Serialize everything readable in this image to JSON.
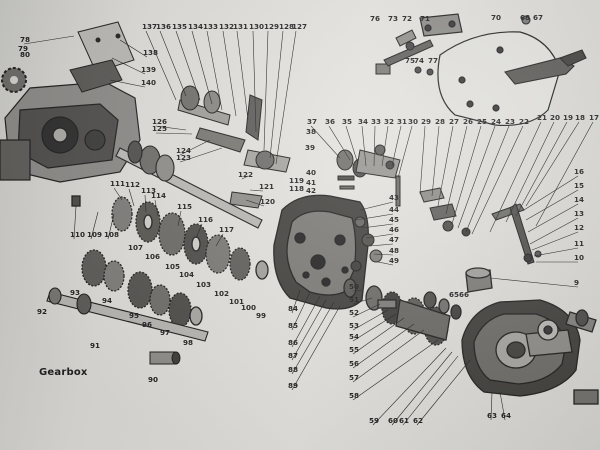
{
  "caption": "Gearbox",
  "part_labels": [
    {
      "text": "78"
    },
    {
      "text": "79"
    },
    {
      "text": "80"
    },
    {
      "text": "138"
    },
    {
      "text": "139"
    },
    {
      "text": "140"
    },
    {
      "text": "137"
    },
    {
      "text": "136"
    },
    {
      "text": "135"
    },
    {
      "text": "134"
    },
    {
      "text": "133"
    },
    {
      "text": "132"
    },
    {
      "text": "131"
    },
    {
      "text": "130"
    },
    {
      "text": "129"
    },
    {
      "text": "128"
    },
    {
      "text": "127"
    },
    {
      "text": "126"
    },
    {
      "text": "125"
    },
    {
      "text": "124"
    },
    {
      "text": "123"
    },
    {
      "text": "122"
    },
    {
      "text": "121"
    },
    {
      "text": "120"
    },
    {
      "text": "119"
    },
    {
      "text": "118"
    },
    {
      "text": "111"
    },
    {
      "text": "112"
    },
    {
      "text": "113"
    },
    {
      "text": "114"
    },
    {
      "text": "115"
    },
    {
      "text": "116"
    },
    {
      "text": "117"
    },
    {
      "text": "110"
    },
    {
      "text": "109"
    },
    {
      "text": "108"
    },
    {
      "text": "107"
    },
    {
      "text": "106"
    },
    {
      "text": "105"
    },
    {
      "text": "104"
    },
    {
      "text": "103"
    },
    {
      "text": "102"
    },
    {
      "text": "101"
    },
    {
      "text": "100"
    },
    {
      "text": "99"
    },
    {
      "text": "93"
    },
    {
      "text": "94"
    },
    {
      "text": "95"
    },
    {
      "text": "96"
    },
    {
      "text": "97"
    },
    {
      "text": "98"
    },
    {
      "text": "92"
    },
    {
      "text": "91"
    },
    {
      "text": "90"
    },
    {
      "text": "76"
    },
    {
      "text": "73"
    },
    {
      "text": "72"
    },
    {
      "text": "71"
    },
    {
      "text": "70"
    },
    {
      "text": "68"
    },
    {
      "text": "67"
    },
    {
      "text": "75"
    },
    {
      "text": "74"
    },
    {
      "text": "77"
    },
    {
      "text": "37"
    },
    {
      "text": "36"
    },
    {
      "text": "35"
    },
    {
      "text": "34"
    },
    {
      "text": "33"
    },
    {
      "text": "32"
    },
    {
      "text": "31"
    },
    {
      "text": "30"
    },
    {
      "text": "29"
    },
    {
      "text": "28"
    },
    {
      "text": "27"
    },
    {
      "text": "26"
    },
    {
      "text": "25"
    },
    {
      "text": "24"
    },
    {
      "text": "23"
    },
    {
      "text": "22"
    },
    {
      "text": "21"
    },
    {
      "text": "20"
    },
    {
      "text": "19"
    },
    {
      "text": "18"
    },
    {
      "text": "17"
    },
    {
      "text": "38"
    },
    {
      "text": "39"
    },
    {
      "text": "40"
    },
    {
      "text": "41"
    },
    {
      "text": "42"
    },
    {
      "text": "43"
    },
    {
      "text": "44"
    },
    {
      "text": "45"
    },
    {
      "text": "46"
    },
    {
      "text": "47"
    },
    {
      "text": "48"
    },
    {
      "text": "49"
    },
    {
      "text": "16"
    },
    {
      "text": "15"
    },
    {
      "text": "14"
    },
    {
      "text": "13"
    },
    {
      "text": "12"
    },
    {
      "text": "11"
    },
    {
      "text": "10"
    },
    {
      "text": "9"
    },
    {
      "text": "84"
    },
    {
      "text": "85"
    },
    {
      "text": "86"
    },
    {
      "text": "87"
    },
    {
      "text": "88"
    },
    {
      "text": "89"
    },
    {
      "text": "50"
    },
    {
      "text": "51"
    },
    {
      "text": "52"
    },
    {
      "text": "53"
    },
    {
      "text": "54"
    },
    {
      "text": "55"
    },
    {
      "text": "56"
    },
    {
      "text": "57"
    },
    {
      "text": "58"
    },
    {
      "text": "59"
    },
    {
      "text": "60"
    },
    {
      "text": "61"
    },
    {
      "text": "62"
    },
    {
      "text": "63"
    },
    {
      "text": "64"
    },
    {
      "text": "65"
    },
    {
      "text": "66"
    }
  ]
}
